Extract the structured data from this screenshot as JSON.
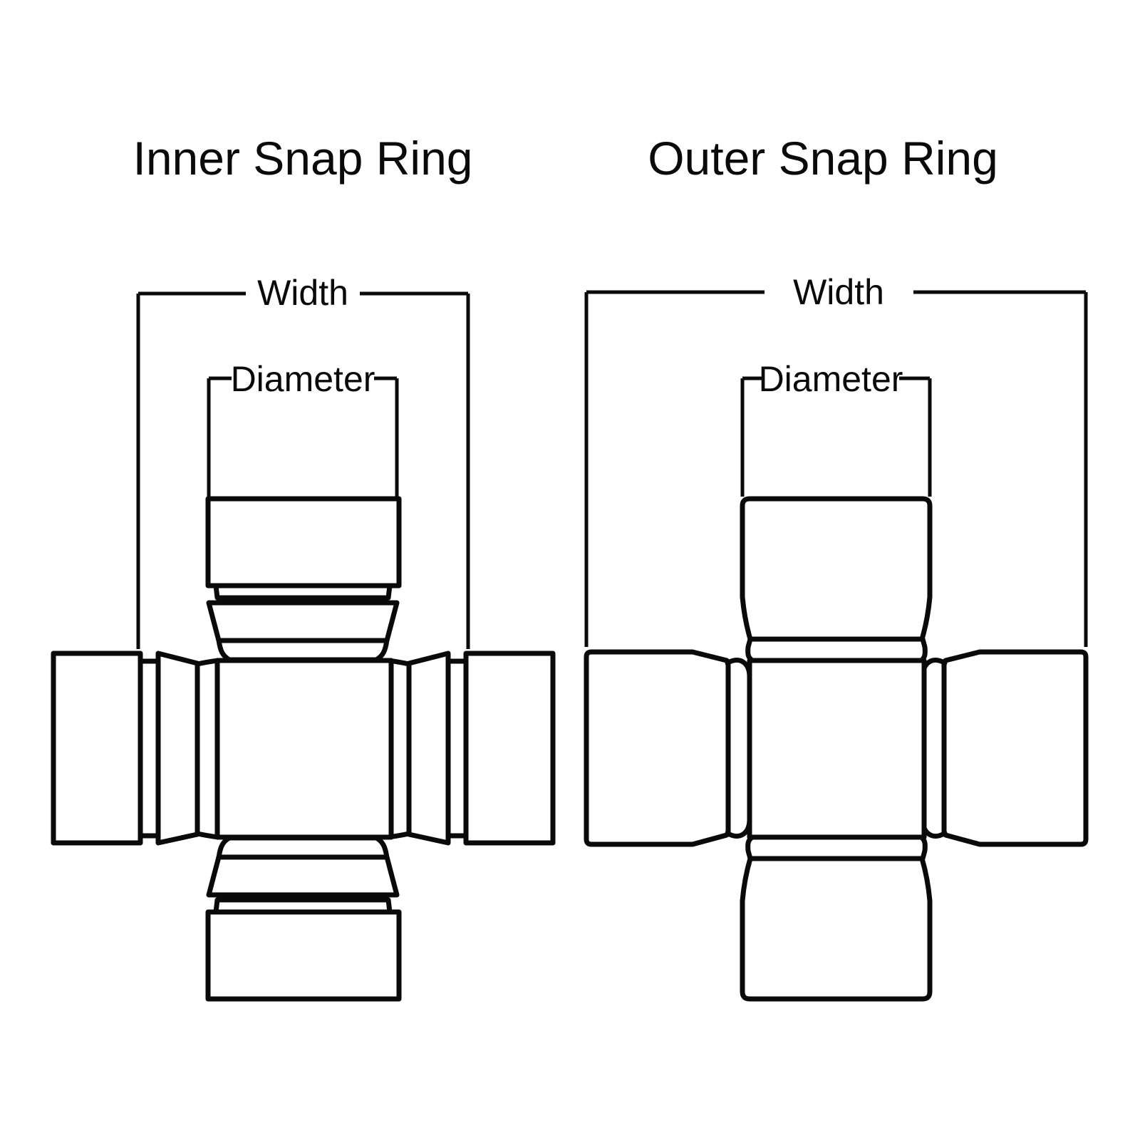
{
  "colors": {
    "background": "#ffffff",
    "line": "#0a0a0a"
  },
  "diagrams": [
    {
      "snap_ring_type": "inner",
      "title": "Inner Snap Ring",
      "width_label": "Width",
      "diameter_label": "Diameter"
    },
    {
      "snap_ring_type": "outer",
      "title": "Outer Snap Ring",
      "width_label": "Width",
      "diameter_label": "Diameter"
    }
  ]
}
